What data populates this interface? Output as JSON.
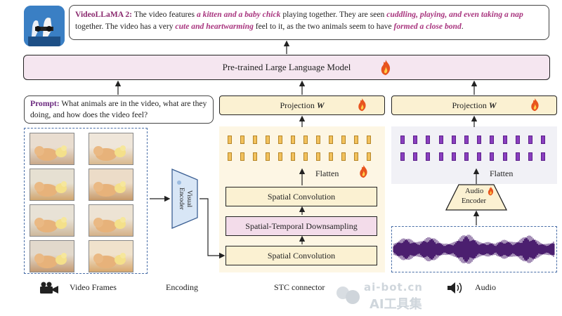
{
  "output": {
    "title": "VideoLLaMA 2:",
    "s1": "The video features",
    "h1": "a kitten and a baby chick",
    "s2": "playing together. They are seen",
    "h2": "cuddling, playing, and even taking a nap",
    "s3": "together. The video has a very",
    "h3": "cute and heartwarming",
    "s4": "feel to it, as the two animals seem to have",
    "h4": "formed a close bond",
    "s5": "."
  },
  "llm": {
    "label": "Pre-trained Large Language Model"
  },
  "prompt": {
    "title": "Prompt:",
    "text": "What animals are in the video, what are they doing, and how does the video feel?"
  },
  "projection_video": {
    "label": "Projection",
    "var": "W"
  },
  "projection_audio": {
    "label": "Projection",
    "var": "W"
  },
  "stc": {
    "flatten": "Flatten",
    "conv_top": "Spatial Convolution",
    "downsample": "Spatial-Temporal Downsampling",
    "conv_bottom": "Spatial Convolution"
  },
  "audio": {
    "flatten": "Flatten",
    "encoder_line1": "Audio",
    "encoder_line2": "Encoder"
  },
  "visual_encoder": {
    "line1": "Visual",
    "line2": "Encoder"
  },
  "captions": {
    "video_frames": "Video Frames",
    "encoding": "Encoding",
    "stc_connector": "STC connector",
    "audio": "Audio"
  },
  "watermark": {
    "line1": "ai-bot.cn",
    "line2": "AI工具集"
  },
  "colors": {
    "llm_fill": "#f5e6f0",
    "projection_fill": "#fbf1d2",
    "downsample_fill": "#f3dcea",
    "video_token": "#f2c15c",
    "audio_token": "#8a3fbf",
    "highlight_text": "#a8347e"
  }
}
